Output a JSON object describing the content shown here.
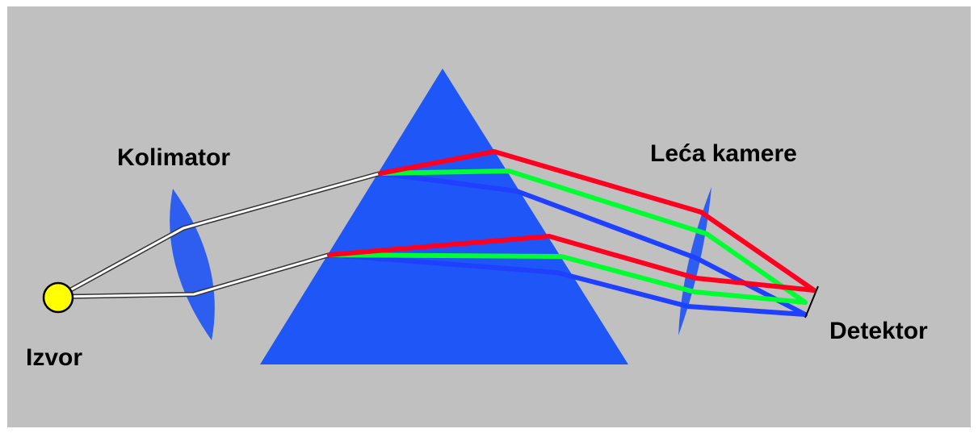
{
  "labels": {
    "source": "Izvor",
    "collimator": "Kolimator",
    "camera_lens": "Leća kamere",
    "detector": "Detektor"
  },
  "colors": {
    "background": "#c0c0c0",
    "frame": "#ffffff",
    "prism": "#1f56f7",
    "lens": "#2e5ef0",
    "source": "#ffff00",
    "ray_white": "#ffffff",
    "ray_red": "#ff0020",
    "ray_green": "#00ff30",
    "ray_blue": "#1f40ff"
  },
  "icons": {
    "source": "yellow-circle",
    "lens": "biconvex-lens",
    "prism": "triangle-prism",
    "detector": "detector-line"
  }
}
